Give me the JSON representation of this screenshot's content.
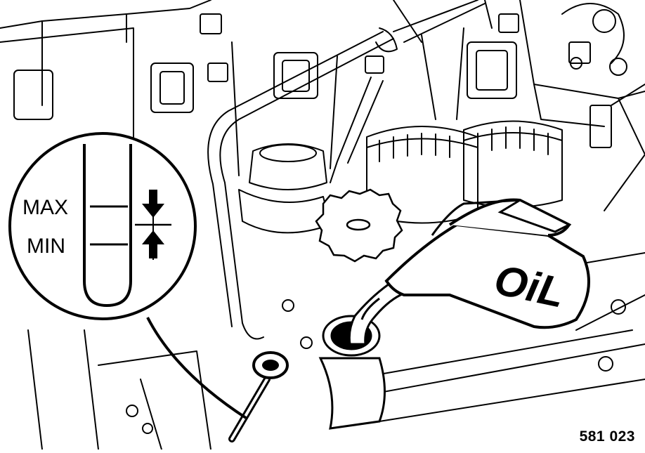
{
  "labels": {
    "max": "MAX",
    "min": "MIN",
    "can": "OiL",
    "figure_number": "581 023"
  },
  "colors": {
    "ink": "#000000",
    "paper": "#ffffff"
  },
  "icons": {
    "level_up": "arrow-up-icon",
    "level_down": "arrow-down-icon"
  }
}
